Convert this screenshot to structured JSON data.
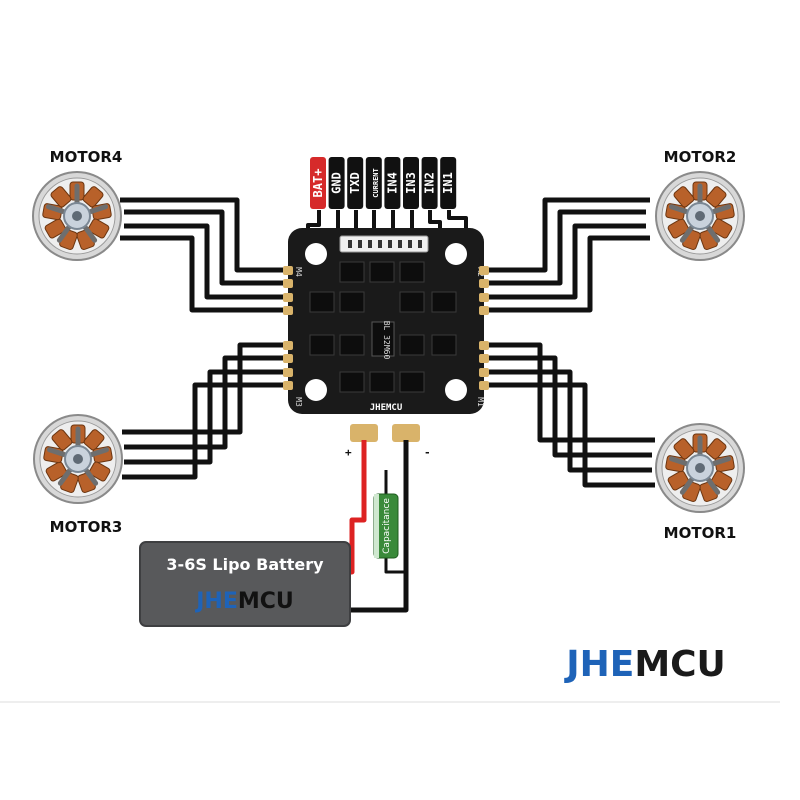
{
  "motors": {
    "m4": "MOTOR4",
    "m2": "MOTOR2",
    "m3": "MOTOR3",
    "m1": "MOTOR1"
  },
  "connector_pins": [
    "BAT+",
    "GND",
    "TXD",
    "CURRENT",
    "IN4",
    "IN3",
    "IN2",
    "IN1"
  ],
  "board": {
    "brand": "JHEMCU",
    "pad_labels": {
      "m1": "M1",
      "m2": "M2",
      "m3": "M3",
      "m4": "M4"
    },
    "chip_label": "BL 32M60",
    "pad_plus": "+",
    "pad_minus": "-"
  },
  "capacitor": {
    "label": "Capacitance"
  },
  "battery": {
    "title": "3-6S Lipo Battery",
    "brand_part1": "JHE",
    "brand_part2": "MCU"
  },
  "logo": {
    "part1": "JHE",
    "part2": "MCU"
  },
  "colors": {
    "wire": "#111111",
    "battery_positive_wire": "#dd2222",
    "pin_bat_plus": "#d62a2a",
    "pin_default": "#111111",
    "board": "#1a1a1a",
    "battery_body": "#58595b",
    "logo_blue": "#1e63b8",
    "logo_dark": "#1a1a1a",
    "capacitor": "#3a8a3a",
    "motor_copper": "#b8612a"
  }
}
